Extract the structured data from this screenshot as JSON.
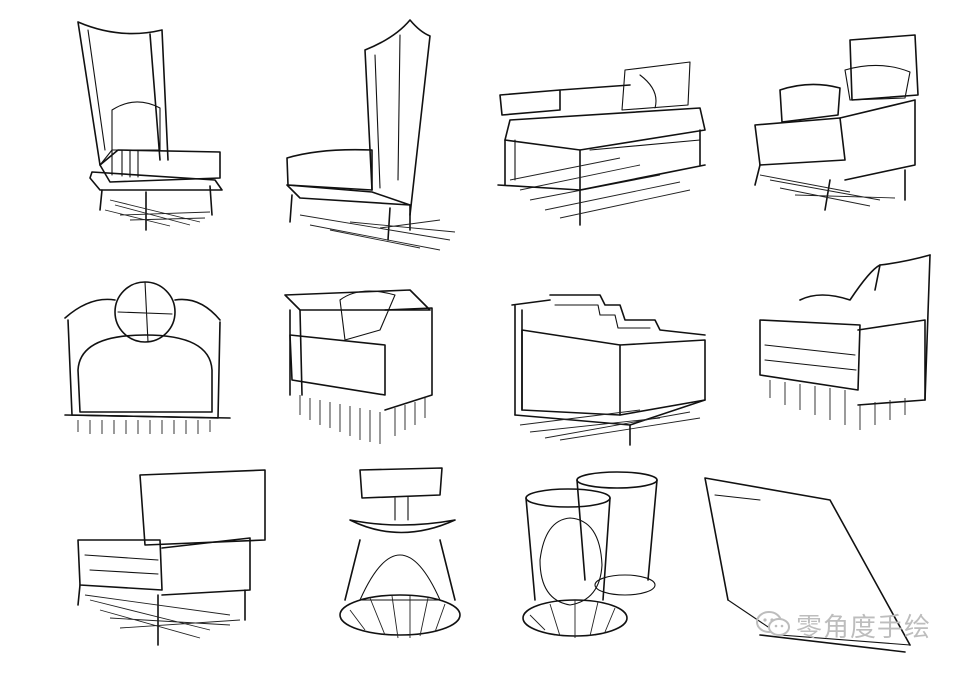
{
  "watermark": {
    "text": "零角度手绘",
    "icon": "wechat-icon",
    "color": "#bdbdbd"
  },
  "sketches": [
    "tall-wingback-chair",
    "tall-back-chair-side",
    "lounge-chair-with-frame",
    "armchair-perspective",
    "round-cushion-armchair",
    "upholstered-armchair-with-pillow",
    "cutout-frame-armchair",
    "curved-arm-armchair",
    "low-back-chair",
    "drum-stool",
    "round-side-tables",
    "sling-lounge-chair"
  ]
}
